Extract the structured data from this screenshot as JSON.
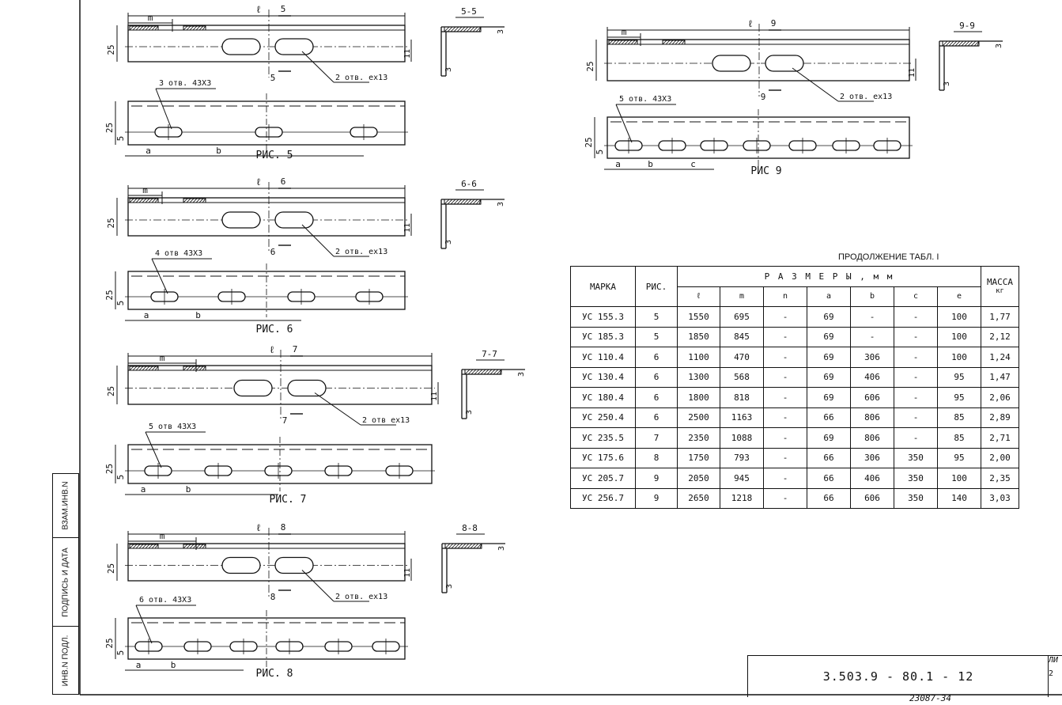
{
  "stamps": {
    "vzam": "ВЗАМ.ИНВ.N",
    "podpis": "ПОДПИСЬ И ДАТА",
    "inv": "ИНВ.N ПОДЛ."
  },
  "figures": {
    "fig5": {
      "caption": "РИС. 5",
      "section": "5-5",
      "cut": "5",
      "holes_top": "2 отв. ex13",
      "holes_bottom": "3 отв. 43X3"
    },
    "fig6": {
      "caption": "РИС. 6",
      "section": "6-6",
      "cut": "6",
      "holes_top": "2 отв. ex13",
      "holes_bottom": "4 отв 43X3"
    },
    "fig7": {
      "caption": "РИС. 7",
      "section": "7-7",
      "cut": "7",
      "holes_top": "2 отв ex13",
      "holes_bottom": "5 отв 43X3"
    },
    "fig8": {
      "caption": "РИС. 8",
      "section": "8-8",
      "cut": "8",
      "holes_top": "2 отв. ex13",
      "holes_bottom": "6 отв. 43X3"
    },
    "fig9": {
      "caption": "РИС 9",
      "section": "9-9",
      "cut": "9",
      "holes_top": "2 отв. ex13",
      "holes_bottom": "5 отв. 43X3"
    }
  },
  "dims": {
    "l": "ℓ",
    "m": "m",
    "a": "a",
    "b": "b",
    "c": "c",
    "h25": "25",
    "h5": "5",
    "t3": "3",
    "d11": "11"
  },
  "table": {
    "caption": "ПРОДОЛЖЕНИЕ ТАБЛ. I",
    "col_mark": "МАРКА",
    "col_fig": "РИС.",
    "group": "Р А З М Е Р Ы ,  м м",
    "mass": "МАССА",
    "mass_unit": "кг",
    "sub": [
      "ℓ",
      "m",
      "n",
      "a",
      "b",
      "c",
      "e"
    ],
    "rows": [
      [
        "УС 155.3",
        "5",
        "1550",
        "695",
        "-",
        "69",
        "-",
        "-",
        "100",
        "1,77"
      ],
      [
        "УС 185.3",
        "5",
        "1850",
        "845",
        "-",
        "69",
        "-",
        "-",
        "100",
        "2,12"
      ],
      [
        "УС 110.4",
        "6",
        "1100",
        "470",
        "-",
        "69",
        "306",
        "-",
        "100",
        "1,24"
      ],
      [
        "УС 130.4",
        "6",
        "1300",
        "568",
        "-",
        "69",
        "406",
        "-",
        "95",
        "1,47"
      ],
      [
        "УС 180.4",
        "6",
        "1800",
        "818",
        "-",
        "69",
        "606",
        "-",
        "95",
        "2,06"
      ],
      [
        "УС 250.4",
        "6",
        "2500",
        "1163",
        "-",
        "66",
        "806",
        "-",
        "85",
        "2,89"
      ],
      [
        "УС 235.5",
        "7",
        "2350",
        "1088",
        "-",
        "69",
        "806",
        "-",
        "85",
        "2,71"
      ],
      [
        "УС 175.6",
        "8",
        "1750",
        "793",
        "-",
        "66",
        "306",
        "350",
        "95",
        "2,00"
      ],
      [
        "УС 205.7",
        "9",
        "2050",
        "945",
        "-",
        "66",
        "406",
        "350",
        "100",
        "2,35"
      ],
      [
        "УС 256.7",
        "9",
        "2650",
        "1218",
        "-",
        "66",
        "606",
        "350",
        "140",
        "3,03"
      ]
    ]
  },
  "title_block": {
    "doc_number": "3.503.9 - 80.1 - 12",
    "sheet_label": "ЛИ",
    "sheet_no": "2"
  },
  "footer_note": "23087-34"
}
